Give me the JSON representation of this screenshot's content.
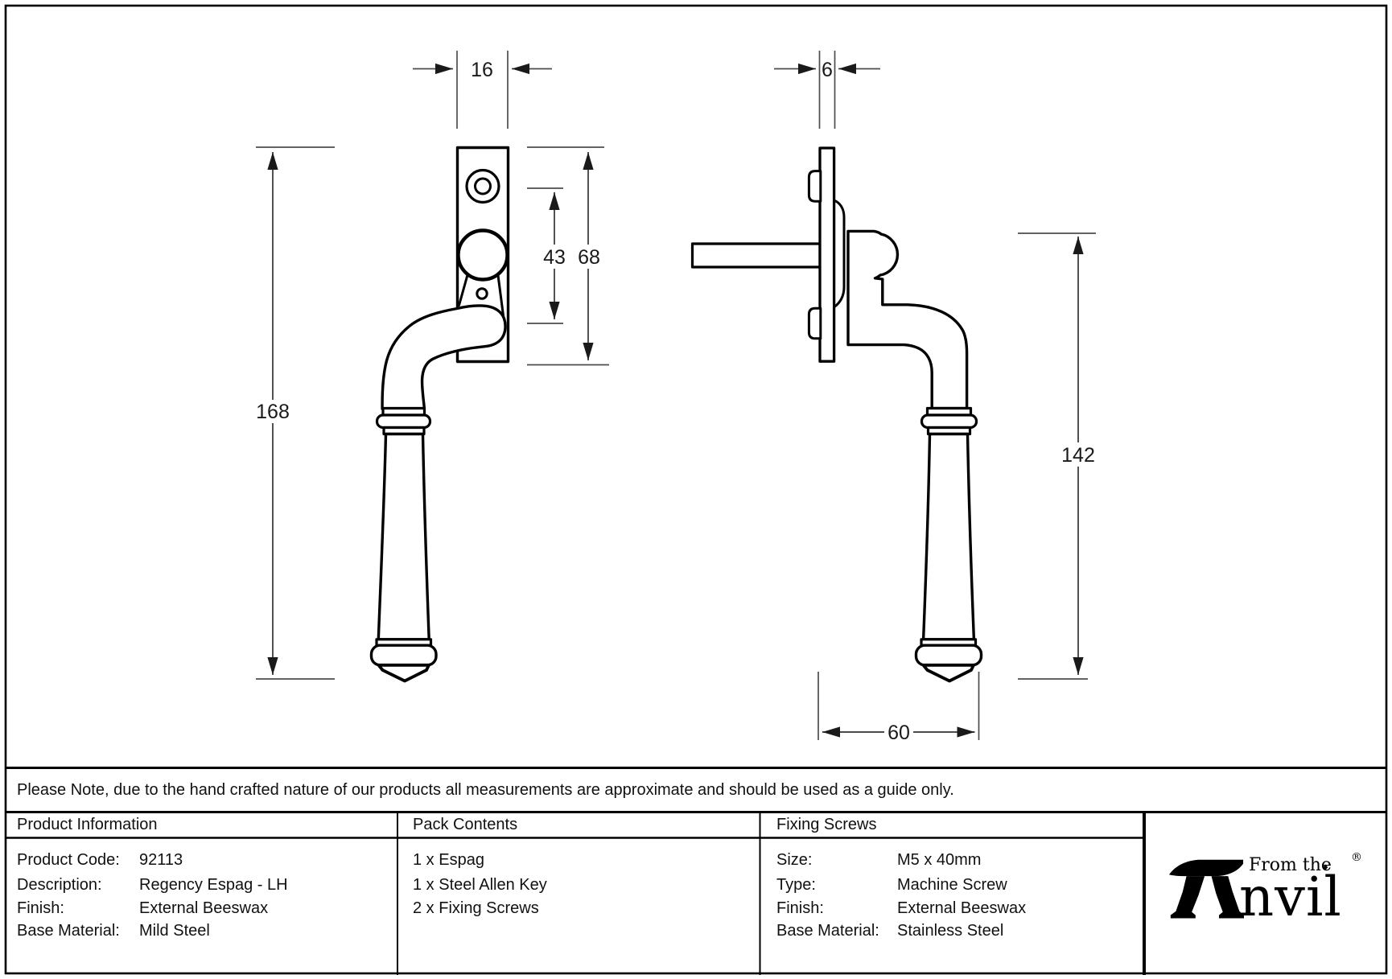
{
  "drawing": {
    "dimensions": {
      "plate_width": "16",
      "plate_thickness": "6",
      "overall_height": "168",
      "screw_centres": "43",
      "plate_height": "68",
      "handle_height": "142",
      "projection": "60"
    }
  },
  "note": {
    "text": "Please Note, due to the hand crafted nature of our products all measurements are approximate and should be used as a guide only."
  },
  "table": {
    "product_information": {
      "title": "Product Information",
      "rows": [
        {
          "label": "Product Code:",
          "value": "92113"
        },
        {
          "label": "Description:",
          "value": "Regency Espag - LH"
        },
        {
          "label": "Finish:",
          "value": "External Beeswax"
        },
        {
          "label": "Base Material:",
          "value": "Mild Steel"
        }
      ]
    },
    "pack_contents": {
      "title": "Pack Contents",
      "items": [
        "1 x Espag",
        "1 x Steel Allen Key",
        "2 x Fixing Screws"
      ]
    },
    "fixing_screws": {
      "title": "Fixing Screws",
      "rows": [
        {
          "label": "Size:",
          "value": "M5 x 40mm"
        },
        {
          "label": "Type:",
          "value": "Machine Screw"
        },
        {
          "label": "Finish:",
          "value": "External Beeswax"
        },
        {
          "label": "Base Material:",
          "value": "Stainless Steel"
        }
      ]
    },
    "logo": {
      "tagline": "From the",
      "brand_suffix": "nvil",
      "registered": "®",
      "diamond": "♦"
    }
  },
  "colors": {
    "line": "#000000",
    "dimension_line": "#4d4d4d",
    "background": "#ffffff"
  }
}
